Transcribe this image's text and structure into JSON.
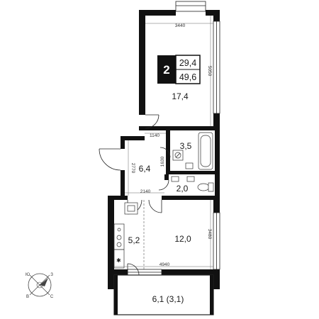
{
  "badge": {
    "rooms": "2",
    "living_area": "29,4",
    "total_area": "49,6"
  },
  "rooms": {
    "room_large": "17,4",
    "bath": "3,5",
    "hall": "6,4",
    "wc": "2,0",
    "kitchen": "5,2",
    "room_small": "12,0",
    "balcony": "6,1 (3,1)"
  },
  "dimensions": {
    "top_width": "3440",
    "room_large_height": "5050",
    "hall_top": "1140",
    "hall_height": "2770",
    "bath_height": "1630",
    "hall_bottom": "2140",
    "room_small_height": "3480",
    "bottom_width": "4940"
  },
  "compass": {
    "north": "С",
    "south": "Ю",
    "east": "В",
    "west": "З"
  }
}
